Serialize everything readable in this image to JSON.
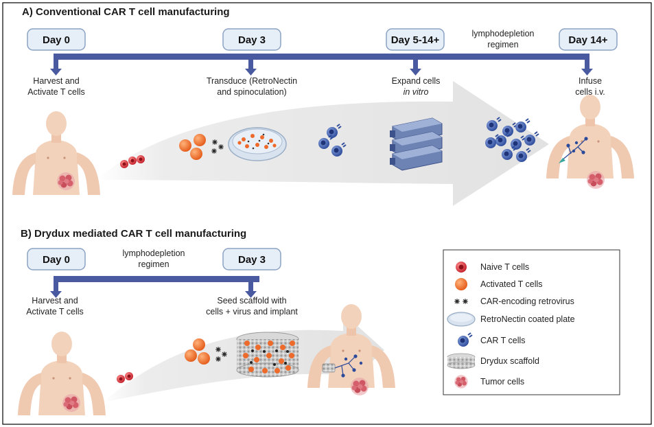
{
  "panel_a": {
    "title": "A) Conventional CAR T cell manufacturing",
    "days": [
      "Day 0",
      "Day 3",
      "Day 5-14+",
      "Day 14+"
    ],
    "lymphodepletion": [
      "lymphodepletion",
      "regimen"
    ],
    "steps": {
      "harvest": [
        "Harvest and",
        "Activate T cells"
      ],
      "transduce": [
        "Transduce (RetroNectin",
        "and spinoculation)"
      ],
      "expand": [
        "Expand cells",
        "in vitro"
      ],
      "infuse": [
        "Infuse",
        "cells i.v."
      ]
    }
  },
  "panel_b": {
    "title": "B) Drydux mediated CAR T cell manufacturing",
    "days": [
      "Day 0",
      "Day 3"
    ],
    "lymphodepletion": [
      "lymphodepletion",
      "regimen"
    ],
    "steps": {
      "harvest": [
        "Harvest and",
        "Activate T cells"
      ],
      "seed": [
        "Seed scaffold with",
        "cells + virus and implant"
      ]
    }
  },
  "legend": [
    {
      "label": "Naive T cells",
      "icon": "naive-t-cell-icon"
    },
    {
      "label": "Activated T cells",
      "icon": "activated-t-cell-icon"
    },
    {
      "label": "CAR-encoding retrovirus",
      "icon": "retrovirus-icon"
    },
    {
      "label": "RetroNectin coated plate",
      "icon": "plate-icon"
    },
    {
      "label": "CAR T cells",
      "icon": "car-t-cell-icon"
    },
    {
      "label": "Drydux scaffold",
      "icon": "scaffold-icon"
    },
    {
      "label": "Tumor cells",
      "icon": "tumor-cell-icon"
    }
  ],
  "colors": {
    "timeline": "#4a5aa0",
    "day_box_fill": "#e6eef8",
    "day_box_stroke": "#8ca2c4",
    "naive": "#d8313a",
    "activated": "#ee6a2a",
    "car_t": "#3a58a8",
    "skin": "#f3d2bc",
    "tumor": "#d9707a",
    "flow_arrow": "#e9e9e9"
  }
}
